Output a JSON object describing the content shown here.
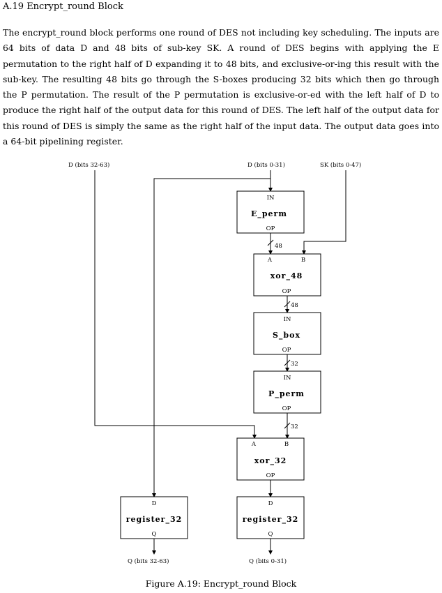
{
  "heading": "A.19  Encrypt_round Block",
  "paragraph": "The encrypt_round block performs one round of DES not including key scheduling.  The inputs are 64 bits of data D and 48 bits of sub-key SK.  A round of DES begins with applying the E permutation to the right half of D expanding it to 48 bits, and exclusive-or-ing this result with the sub-key.  The resulting 48 bits go through the S-boxes producing 32 bits which then go through the P permutation.  The result of the P permutation is exclusive-or-ed with the left half of D to produce the right half of the output data for this round of DES.  The left half of the output data for this round of DES is simply the same as the right half of the input data.  The output data goes into a 64-bit pipelining register.",
  "diagram": {
    "inputs": {
      "d_high": "D (bits 32-63)",
      "d_low": "D (bits 0-31)",
      "sk": "SK (bits 0-47)"
    },
    "blocks": {
      "e_perm": {
        "name": "E_perm",
        "in": "IN",
        "out": "OP"
      },
      "xor48": {
        "name": "xor_48",
        "a": "A",
        "b": "B",
        "out": "OP"
      },
      "s_box": {
        "name": "S_box",
        "in": "IN",
        "out": "OP"
      },
      "p_perm": {
        "name": "P_perm",
        "in": "IN",
        "out": "OP"
      },
      "xor32": {
        "name": "xor_32",
        "a": "A",
        "b": "B",
        "out": "OP"
      },
      "reg_left": {
        "name": "register_32",
        "in": "D",
        "out": "Q"
      },
      "reg_right": {
        "name": "register_32",
        "in": "D",
        "out": "Q"
      }
    },
    "bus_widths": {
      "e_to_xor": "48",
      "xor_to_sbox": "48",
      "sbox_to_p": "32",
      "p_to_xor": "32"
    },
    "outputs": {
      "q_high": "Q (bits 32-63)",
      "q_low": "Q (bits 0-31)"
    }
  },
  "caption": "Figure A.19:  Encrypt_round Block"
}
